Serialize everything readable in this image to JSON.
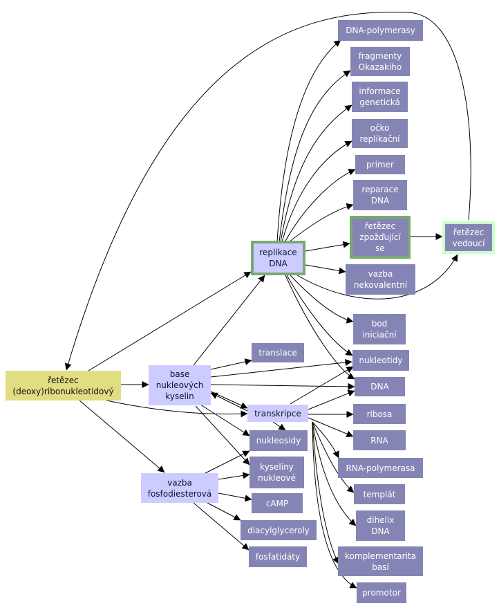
{
  "nodes": {
    "retezec_ribo": "řetězec\n(deoxy)ribonukleotidový",
    "base_nukleovych": "base\nnukleových\nkyselin",
    "vazba_fosfo": "vazba\nfosfodiesterová",
    "replikace_dna": "replikace\nDNA",
    "transkripce": "transkripce",
    "translace": "translace",
    "dna_polymerasy": "DNA-polymerasy",
    "fragmenty_okazakiho": "fragmenty\nOkazakiho",
    "informace_geneticka": "informace\ngenetická",
    "ocko_replikacni": "očko\nreplikační",
    "primer": "primer",
    "reparace_dna": "reparace\nDNA",
    "retezec_zpozdujici": "řetězec\nzpožďující\nse",
    "retezec_vedouci": "řetězec\nvedoucí",
    "vazba_nekovalentni": "vazba\nnekovalentní",
    "bod_iniciacni": "bod\niniciační",
    "nukleotidy": "nukleotidy",
    "dna": "DNA",
    "ribosa": "ribosa",
    "rna": "RNA",
    "nukleosidy": "nukleosidy",
    "kyseliny_nukleove": "kyseliny\nnukleové",
    "camp": "cAMP",
    "diacylglyceroly": "diacylglyceroly",
    "fosfatidaty": "fosfatidáty",
    "rna_polymerasa": "RNA-polymerasa",
    "templat": "templát",
    "dihelix_dna": "dihelix\nDNA",
    "komplementarita_basi": "komplementarita\nbasí",
    "promotor": "promotor"
  },
  "colors": {
    "dark_node": "#8585b5",
    "light_node": "#ccccff",
    "root_node": "#e0dd82",
    "highlight_border": "#7aa872",
    "pale_border": "#ccffcc",
    "edge": "#000000"
  }
}
